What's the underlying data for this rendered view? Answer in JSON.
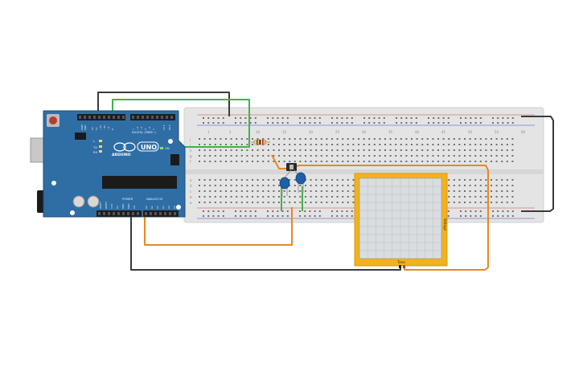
{
  "arduino": {
    "model": "UNO",
    "brand": "ARDUINO",
    "digital_label": "DIGITAL (PWM~)",
    "tx_label": "TX",
    "rx_label": "RX",
    "l_label": "L",
    "on_label": "ON",
    "power_label": "POWER",
    "analog_label": "ANALOG IN",
    "header_top_pins": [
      "AREF",
      "GND",
      "13",
      "12",
      "~11",
      "~10",
      "~9",
      "8",
      "",
      "7",
      "~6",
      "~5",
      "4",
      "~3",
      "2",
      "TX 1",
      "RX 0"
    ],
    "header_bottom_pins": [
      "IOREF",
      "RESET",
      "3.3V",
      "5V",
      "GND",
      "GND",
      "Vin",
      "",
      "A0",
      "A1",
      "A2",
      "A3",
      "A4",
      "A5"
    ]
  },
  "breadboard": {
    "column_numbers": [
      "1",
      "5",
      "10",
      "15",
      "20",
      "25",
      "30",
      "35",
      "40",
      "45",
      "50",
      "55",
      "60"
    ],
    "row_letters": [
      "a",
      "b",
      "c",
      "d",
      "e",
      "f",
      "g",
      "h",
      "i",
      "j"
    ]
  },
  "oscilloscope": {
    "x_label": "Time",
    "y_label": "Voltage"
  },
  "colors": {
    "board": "#2f6ea5",
    "board_dark": "#1f4f7a",
    "breadboard": "#e4e4e4",
    "wire_black": "#3a3a3a",
    "wire_green": "#3cb44b",
    "wire_orange": "#e8891e",
    "scope_frame": "#f2b21b",
    "scope_screen": "#d9dde0",
    "capacitor": "#1f5fa8"
  }
}
